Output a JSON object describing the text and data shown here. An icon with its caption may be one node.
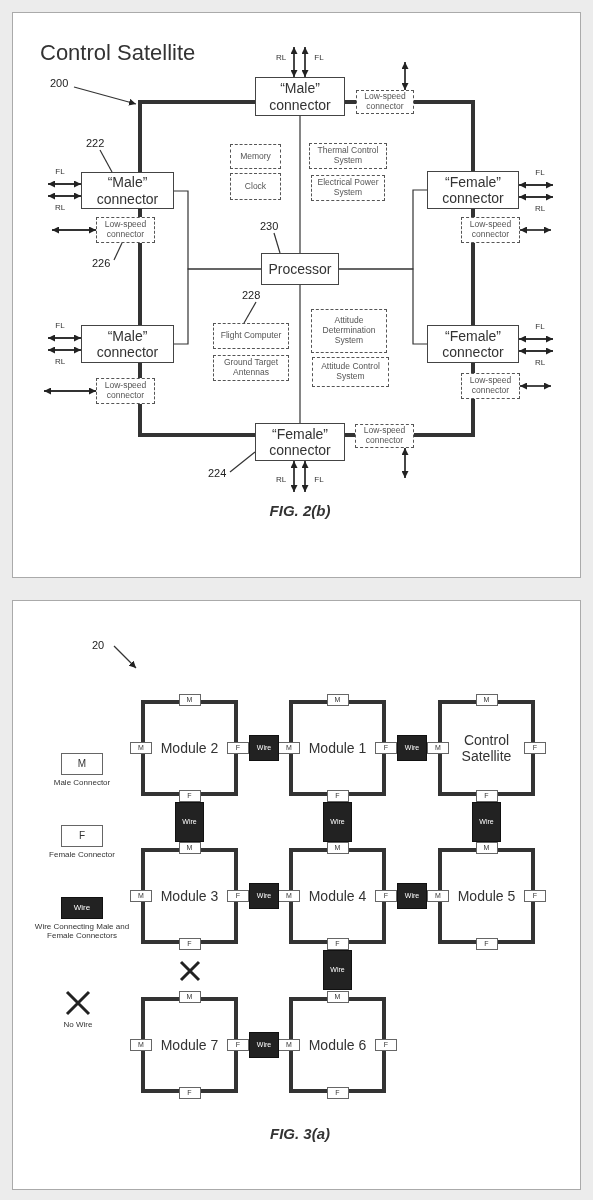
{
  "diagram": {
    "nodes": [
      {
        "text": [
          "Control Satellite",
          "FIG. 2(b)"
        ]
      },
      {
        "text": [
          "200"
        ],
        "in": 0
      },
      {
        "text": [
          "“Male” connector"
        ],
        "in": 0
      },
      {
        "text": [
          "Low-speed connector"
        ],
        "in": 0
      },
      {
        "text": [
          "222"
        ],
        "in": 0
      },
      {
        "text": [
          "“Male” connector"
        ],
        "in": 0
      },
      {
        "text": [
          "Low-speed connector"
        ],
        "in": 0
      },
      {
        "text": [
          "226"
        ],
        "in": 0
      },
      {
        "text": [
          "Memory"
        ],
        "in": 0
      },
      {
        "text": [
          "Clock"
        ],
        "in": 0
      },
      {
        "text": [
          "Thermal Control System"
        ],
        "in": 0
      },
      {
        "text": [
          "Electrical Power System"
        ],
        "in": 0
      },
      {
        "text": [
          "“Female” connector"
        ],
        "in": 0
      },
      {
        "text": [
          "Low-speed connector"
        ],
        "in": 0
      },
      {
        "text": [
          "230"
        ],
        "in": 0
      },
      {
        "text": [
          "Processor"
        ],
        "in": 0
      },
      {
        "text": [
          "228"
        ],
        "in": 0
      },
      {
        "text": [
          "Flight Computer"
        ],
        "in": 0
      },
      {
        "text": [
          "Ground Target Antennas"
        ],
        "in": 0
      },
      {
        "text": [
          "Attitude Determination System"
        ],
        "in": 0
      },
      {
        "text": [
          "Attitude Control System"
        ],
        "in": 0
      },
      {
        "text": [
          "“Male” connector"
        ],
        "in": 0
      },
      {
        "text": [
          "Low-speed connector"
        ],
        "in": 0
      },
      {
        "text": [
          "“Female” connector"
        ],
        "in": 0
      },
      {
        "text": [
          "Low-speed connector"
        ],
        "in": 0
      },
      {
        "text": [
          "“Female” connector"
        ],
        "in": 0
      },
      {
        "text": [
          "Low-speed connector"
        ],
        "in": 0
      },
      {
        "text": [
          "224"
        ],
        "in": 0
      },
      {
        "text": [
          "FIG. 3(a)"
        ]
      },
      {
        "text": [
          "20"
        ],
        "in": 28
      },
      {
        "text": [
          "Module 2"
        ],
        "in": 28
      },
      {
        "text": [
          "M"
        ],
        "in": 28
      },
      {
        "text": [
          "M"
        ],
        "in": 28
      },
      {
        "text": [
          "F"
        ],
        "in": 28
      },
      {
        "text": [
          "F"
        ],
        "in": 28
      },
      {
        "text": [
          "Module 1"
        ],
        "in": 28
      },
      {
        "text": [
          "M"
        ],
        "in": 28
      },
      {
        "text": [
          "M"
        ],
        "in": 28
      },
      {
        "text": [
          "F"
        ],
        "in": 28
      },
      {
        "text": [
          "F"
        ],
        "in": 28
      },
      {
        "text": [
          "Control Satellite"
        ],
        "in": 28
      },
      {
        "text": [
          "M"
        ],
        "in": 28
      },
      {
        "text": [
          "M"
        ],
        "in": 28
      },
      {
        "text": [
          "F"
        ],
        "in": 28
      },
      {
        "text": [
          "F"
        ],
        "in": 28
      },
      {
        "text": [
          "Module 3"
        ],
        "in": 28
      },
      {
        "text": [
          "M"
        ],
        "in": 28
      },
      {
        "text": [
          "M"
        ],
        "in": 28
      },
      {
        "text": [
          "F"
        ],
        "in": 28
      },
      {
        "text": [
          "F"
        ],
        "in": 28
      },
      {
        "text": [
          "Module 4"
        ],
        "in": 28
      },
      {
        "text": [
          "M"
        ],
        "in": 28
      },
      {
        "text": [
          "M"
        ],
        "in": 28
      },
      {
        "text": [
          "F"
        ],
        "in": 28
      },
      {
        "text": [
          "F"
        ],
        "in": 28
      },
      {
        "text": [
          "Module 5"
        ],
        "in": 28
      },
      {
        "text": [
          "M"
        ],
        "in": 28
      },
      {
        "text": [
          "M"
        ],
        "in": 28
      },
      {
        "text": [
          "F"
        ],
        "in": 28
      },
      {
        "text": [
          "F"
        ],
        "in": 28
      },
      {
        "text": [
          "Module 7"
        ],
        "in": 28
      },
      {
        "text": [
          "M"
        ],
        "in": 28
      },
      {
        "text": [
          "M"
        ],
        "in": 28
      },
      {
        "text": [
          "F"
        ],
        "in": 28
      },
      {
        "text": [
          "F"
        ],
        "in": 28
      },
      {
        "text": [
          "Module 6"
        ],
        "in": 28
      },
      {
        "text": [
          "M"
        ],
        "in": 28
      },
      {
        "text": [
          "M"
        ],
        "in": 28
      },
      {
        "text": [
          "F"
        ],
        "in": 28
      },
      {
        "text": [
          "F"
        ],
        "in": 28
      },
      {
        "text": [
          "Wire"
        ],
        "in": 28
      },
      {
        "text": [
          "Wire"
        ],
        "in": 28
      },
      {
        "text": [
          "Wire"
        ],
        "in": 28
      },
      {
        "text": [
          "Wire"
        ],
        "in": 28
      },
      {
        "text": [
          "Wire"
        ],
        "in": 28
      },
      {
        "text": [
          "Wire"
        ],
        "in": 28
      },
      {
        "text": [
          "Wire"
        ],
        "in": 28
      },
      {
        "text": [
          "Wire"
        ],
        "in": 28
      },
      {
        "text": [
          "Wire"
        ],
        "in": 28
      }
    ],
    "edges": [
      {
        "from": 2,
        "to": 5,
        "arrow": "none",
        "style": "thick"
      },
      {
        "from": 5,
        "to": 6,
        "arrow": "none",
        "style": "thick"
      },
      {
        "from": 6,
        "to": 21,
        "arrow": "none",
        "style": "thick"
      },
      {
        "from": 21,
        "to": 22,
        "arrow": "none",
        "style": "thick"
      },
      {
        "from": 22,
        "to": 25,
        "arrow": "none",
        "style": "thick"
      },
      {
        "from": 25,
        "to": 26,
        "arrow": "none",
        "style": "thick"
      },
      {
        "from": 26,
        "to": 24,
        "arrow": "none",
        "style": "thick"
      },
      {
        "from": 24,
        "to": 23,
        "arrow": "none",
        "style": "thick"
      },
      {
        "from": 23,
        "to": 13,
        "arrow": "none",
        "style": "thick"
      },
      {
        "from": 13,
        "to": 12,
        "arrow": "none",
        "style": "thick"
      },
      {
        "from": 12,
        "to": 3,
        "arrow": "none",
        "style": "thick"
      },
      {
        "from": 3,
        "to": 2,
        "arrow": "none",
        "style": "thick"
      },
      {
        "from": 15,
        "to": 2,
        "arrow": "none"
      },
      {
        "from": 15,
        "to": 5,
        "arrow": "none"
      },
      {
        "from": 15,
        "to": 21,
        "arrow": "none"
      },
      {
        "from": 15,
        "to": 12,
        "arrow": "none"
      },
      {
        "from": 15,
        "to": 23,
        "arrow": "none"
      },
      {
        "from": 15,
        "to": 25,
        "arrow": "none"
      },
      {
        "from": 2,
        "to": null,
        "arrow": "both",
        "label": "RL"
      },
      {
        "from": 2,
        "to": null,
        "arrow": "both",
        "label": "FL"
      },
      {
        "from": 5,
        "to": null,
        "arrow": "both",
        "label": "FL"
      },
      {
        "from": 5,
        "to": null,
        "arrow": "both",
        "label": "RL"
      },
      {
        "from": 12,
        "to": null,
        "arrow": "both",
        "label": "FL"
      },
      {
        "from": 12,
        "to": null,
        "arrow": "both",
        "label": "RL"
      },
      {
        "from": 21,
        "to": null,
        "arrow": "both",
        "label": "FL"
      },
      {
        "from": 21,
        "to": null,
        "arrow": "both",
        "label": "RL"
      },
      {
        "from": 23,
        "to": null,
        "arrow": "both",
        "label": "FL"
      },
      {
        "from": 23,
        "to": null,
        "arrow": "both",
        "label": "RL"
      },
      {
        "from": 25,
        "to": null,
        "arrow": "both",
        "label": "RL"
      },
      {
        "from": 25,
        "to": null,
        "arrow": "both",
        "label": "FL"
      },
      {
        "from": 3,
        "to": null,
        "arrow": "both"
      },
      {
        "from": 6,
        "to": null,
        "arrow": "both"
      },
      {
        "from": 13,
        "to": null,
        "arrow": "both"
      },
      {
        "from": 22,
        "to": null,
        "arrow": "both"
      },
      {
        "from": 24,
        "to": null,
        "arrow": "both"
      },
      {
        "from": 26,
        "to": null,
        "arrow": "both"
      },
      {
        "from": 1,
        "to": null,
        "arrow": "to"
      },
      {
        "from": 4,
        "to": 5,
        "arrow": "none"
      },
      {
        "from": 7,
        "to": 6,
        "arrow": "none"
      },
      {
        "from": 14,
        "to": 15,
        "arrow": "none"
      },
      {
        "from": 16,
        "to": 17,
        "arrow": "none"
      },
      {
        "from": 27,
        "to": 25,
        "arrow": "none"
      },
      {
        "from": 29,
        "to": null,
        "arrow": "to"
      }
    ],
    "labels": [
      "M",
      "F",
      "Wire"
    ],
    "legend": [
      {
        "text": "Male Connector"
      },
      {
        "text": "Female Connector"
      },
      {
        "text": "Wire Connecting Male and Female Connectors"
      },
      {
        "text": "No Wire"
      }
    ]
  }
}
